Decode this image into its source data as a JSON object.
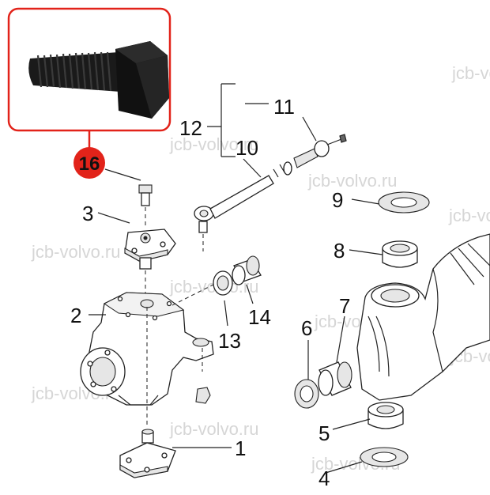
{
  "watermark": "jcb-volvo.ru",
  "highlight": {
    "number": "16",
    "color": "#e2231a"
  },
  "callouts": [
    "1",
    "2",
    "3",
    "4",
    "5",
    "6",
    "7",
    "8",
    "9",
    "10",
    "11",
    "12",
    "13",
    "14"
  ]
}
